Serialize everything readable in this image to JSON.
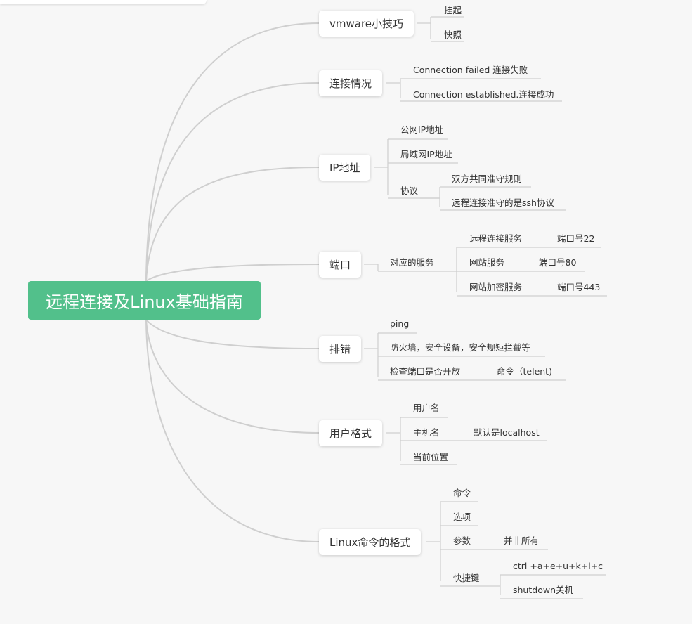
{
  "central_topic": "远程连接及Linux基础指南",
  "branches": [
    {
      "label": "vmware小技巧",
      "children": [
        "挂起",
        "快照"
      ]
    },
    {
      "label": "连接情况",
      "children": [
        "Connection failed  连接失败",
        "Connection established.连接成功"
      ]
    },
    {
      "label": "IP地址",
      "children": [
        "公网IP地址",
        "局域网IP地址",
        "协议"
      ],
      "protocol_children": [
        "双方共同准守规则",
        "远程连接准守的是ssh协议"
      ]
    },
    {
      "label": "端口",
      "children": [
        "对应的服务"
      ],
      "services": [
        {
          "name": "远程连接服务",
          "port": "端口号22"
        },
        {
          "name": "网站服务",
          "port": "端口号80"
        },
        {
          "name": "网站加密服务",
          "port": "端口号443"
        }
      ]
    },
    {
      "label": "排错",
      "children": [
        "ping",
        "防火墙，安全设备，安全规矩拦截等",
        "检查端口是否开放"
      ],
      "port_check_child": "命令（telent)"
    },
    {
      "label": "用户格式",
      "children": [
        "用户名",
        "主机名",
        "当前位置"
      ],
      "hostname_child": "默认是localhost"
    },
    {
      "label": "Linux命令的格式",
      "children": [
        "命令",
        "选项",
        "参数",
        "快捷键"
      ],
      "param_child": "并非所有",
      "shortcut_children": [
        "ctrl +a+e+u+k+l+c",
        "shutdown关机"
      ]
    }
  ],
  "colors": {
    "central": "#52c08b",
    "connector": "#cfcfcf",
    "background": "#f7f7f7"
  }
}
